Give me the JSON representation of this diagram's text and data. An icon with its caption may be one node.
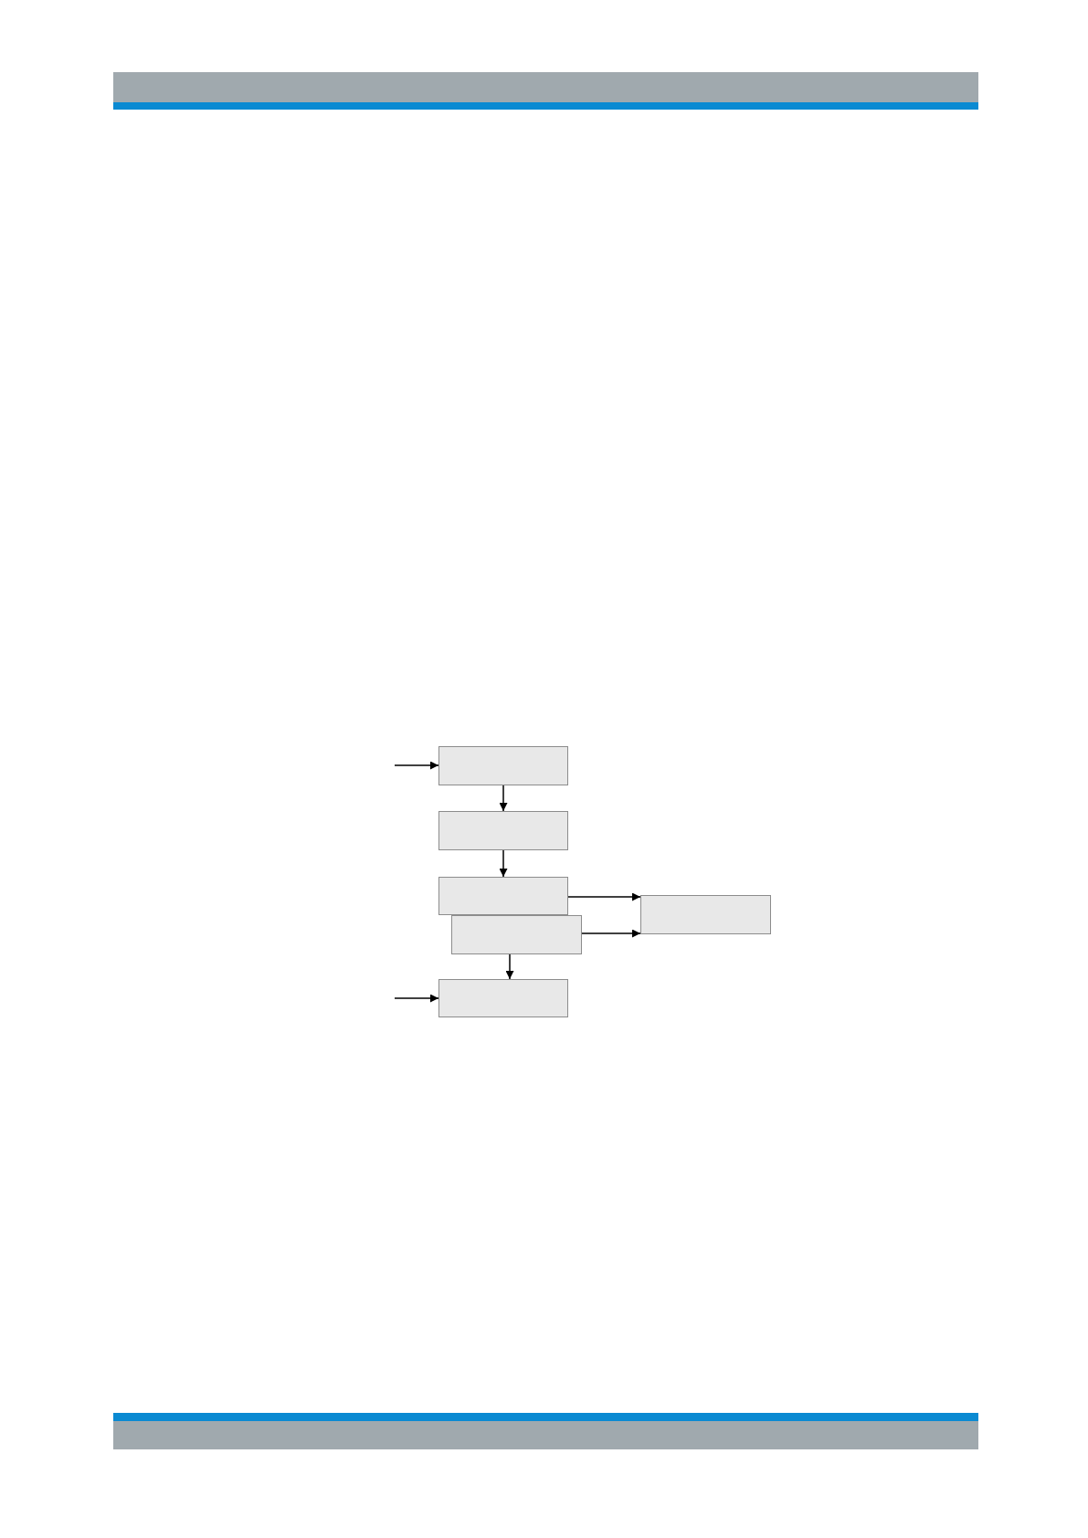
{
  "diagram": {
    "nodes": [
      {
        "text": [],
        "shape": "box"
      },
      {
        "text": [],
        "shape": "box"
      },
      {
        "text": [],
        "shape": "box"
      },
      {
        "text": [],
        "shape": "box"
      },
      {
        "text": [],
        "shape": "box"
      },
      {
        "text": [],
        "shape": "box"
      }
    ],
    "edges": [
      {
        "from": null,
        "to": 0,
        "arrow": "to"
      },
      {
        "from": 0,
        "to": 1,
        "arrow": "to"
      },
      {
        "from": 1,
        "to": 2,
        "arrow": "to"
      },
      {
        "from": 3,
        "to": 4,
        "arrow": "to"
      },
      {
        "from": null,
        "to": 4,
        "arrow": "to"
      },
      {
        "from": 2,
        "to": 5,
        "arrow": "to"
      },
      {
        "from": 3,
        "to": 5,
        "arrow": "to"
      }
    ]
  }
}
